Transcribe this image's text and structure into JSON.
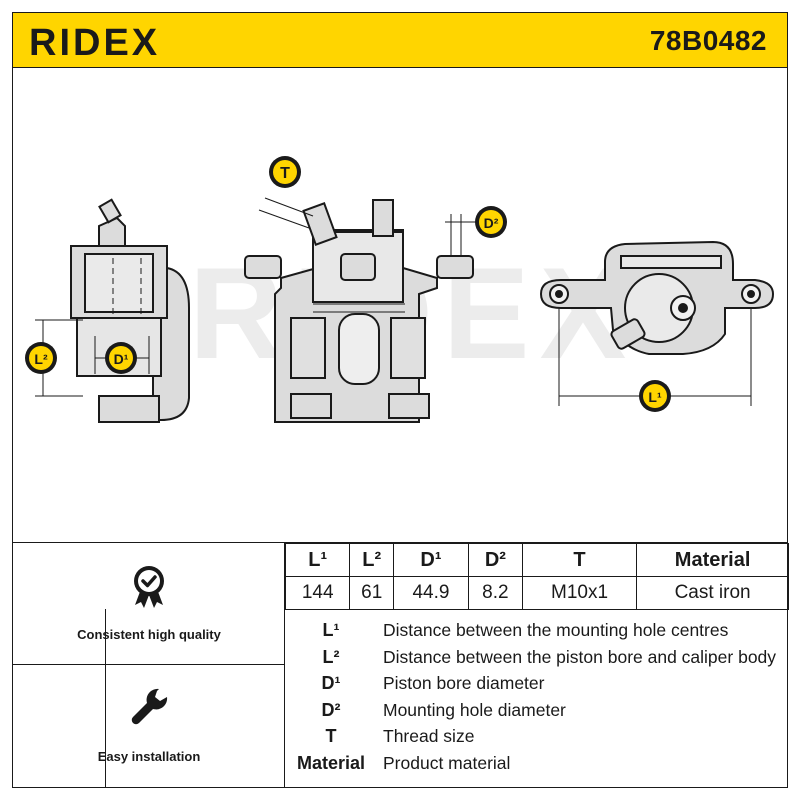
{
  "header": {
    "brand": "RIDEX",
    "part_number": "78B0482",
    "color": "#ffd500"
  },
  "drawing": {
    "watermark": "RIDEX",
    "callouts": {
      "t": "T",
      "d2": "D²",
      "l2": "L²",
      "d1": "D¹",
      "l1": "L¹"
    }
  },
  "features": [
    {
      "icon": "quality-badge-icon",
      "label": "Consistent high quality"
    },
    {
      "icon": "wrench-icon",
      "label": "Easy installation"
    }
  ],
  "specs": {
    "headers": [
      "L¹",
      "L²",
      "D¹",
      "D²",
      "T",
      "Material"
    ],
    "values": [
      "144",
      "61",
      "44.9",
      "8.2",
      "M10x1",
      "Cast iron"
    ]
  },
  "legend": [
    {
      "key": "L¹",
      "desc": "Distance between the mounting hole centres"
    },
    {
      "key": "L²",
      "desc": "Distance between the piston bore and caliper body"
    },
    {
      "key": "D¹",
      "desc": "Piston bore diameter"
    },
    {
      "key": "D²",
      "desc": "Mounting hole diameter"
    },
    {
      "key": "T",
      "desc": "Thread size"
    },
    {
      "key": "Material",
      "desc": "Product material"
    }
  ]
}
